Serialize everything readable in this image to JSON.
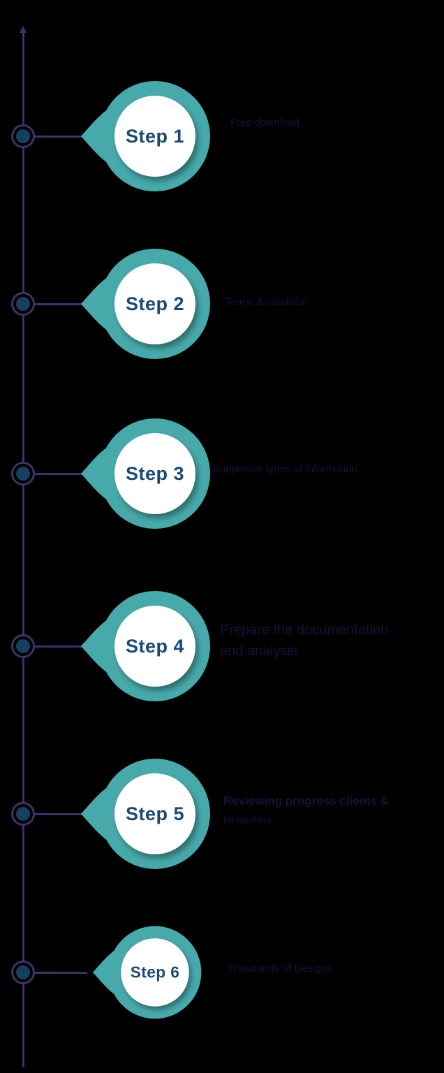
{
  "title": "6 step timeline infographic",
  "colors": {
    "background": "#000000",
    "accent_teal": "#48a9ab",
    "badge_inner": "#ffffff",
    "step_label_text": "#1d4a70",
    "line_purple": "#3c3366",
    "node_fill": "#173f5f",
    "description_text": "#131339"
  },
  "steps": [
    {
      "label": "Step 1",
      "description": "Free download"
    },
    {
      "label": "Step 2",
      "description": "Terms & condition"
    },
    {
      "label": "Step 3",
      "description": "Supportive types of information"
    },
    {
      "label": "Step 4",
      "description": "Prepare the documentation",
      "description_line2": "and analysis"
    },
    {
      "label": "Step 5",
      "description": "Reviewing progress clients &",
      "description_line2": "for teachers"
    },
    {
      "label": "Step 6",
      "description": "Thousands of Designs"
    }
  ]
}
